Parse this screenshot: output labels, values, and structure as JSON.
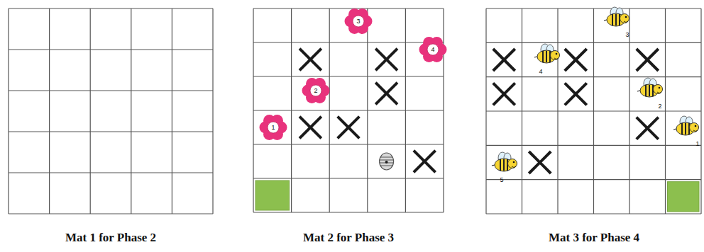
{
  "diagram": {
    "labels": [
      "3",
      "4",
      "2",
      "1",
      "3",
      "4",
      "2",
      "1",
      "5",
      "Mat 1 for Phase 2",
      "Mat 2 for Phase 3",
      "Mat 3 for Phase 4"
    ]
  }
}
